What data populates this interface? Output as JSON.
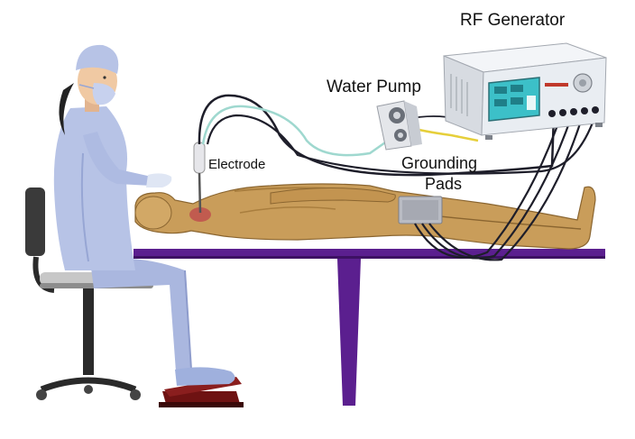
{
  "labels": {
    "rf_generator": "RF Generator",
    "water_pump": "Water Pump",
    "electrode": "Electrode",
    "grounding_line1": "Grounding",
    "grounding_line2": "Pads"
  },
  "colors": {
    "scrubs": "#b7c3e6",
    "table_top": "#5b1f8f",
    "table_leg": "#5b1f8f",
    "patient_skin": "#c99d5a",
    "cable_dark": "#1e1e2a",
    "cable_teal": "#9fd8cf",
    "tube_yellow": "#e6cf3a",
    "pedal": "#7a1818",
    "chair": "#2a2a2a",
    "device_body": "#e9edf2",
    "screen": "#3cc0c8"
  },
  "icons": {
    "surgeon": "surgeon-figure",
    "chair": "chair",
    "pedal": "foot-pedal",
    "patient": "patient-figure",
    "pump": "peristaltic-pump",
    "generator": "rf-generator-device",
    "pad": "grounding-pad",
    "electrode": "electrode-probe"
  }
}
